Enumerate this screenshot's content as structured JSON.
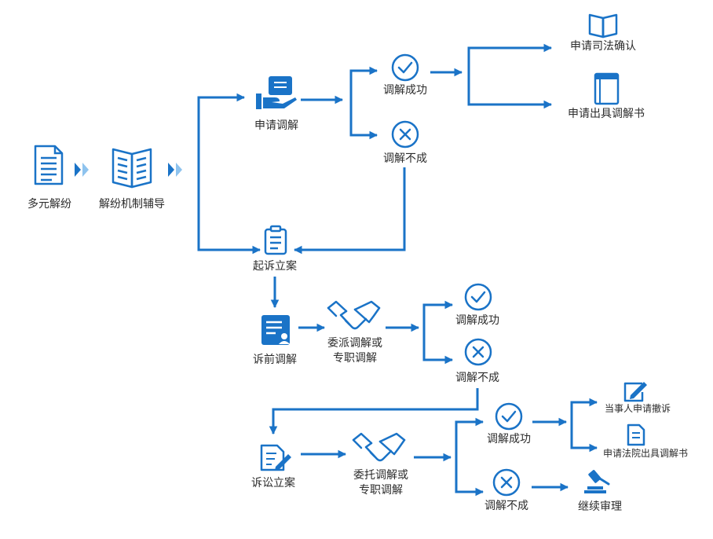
{
  "nodes": {
    "diversified": "多元解纷",
    "guidance": "解纷机制辅导",
    "apply_mediation": "申请调解",
    "success_1": "调解成功",
    "fail_1": "调解不成",
    "judicial_confirm": "申请司法确认",
    "mediation_doc_1": "申请出具调解书",
    "file_case": "起诉立案",
    "pre_litigation": "诉前调解",
    "delegated_1": "委派调解或\n专职调解",
    "success_2": "调解成功",
    "fail_2": "调解不成",
    "litigation_case": "诉讼立案",
    "delegated_2": "委托调解或\n专职调解",
    "success_3": "调解成功",
    "fail_3": "调解不成",
    "withdraw": "当事人申请撤诉",
    "court_doc": "申请法院出具调解书",
    "continue_trial": "继续审理"
  },
  "colors": {
    "primary": "#1a73c7",
    "light": "#8ec3ee",
    "text": "#2b2b2b"
  }
}
